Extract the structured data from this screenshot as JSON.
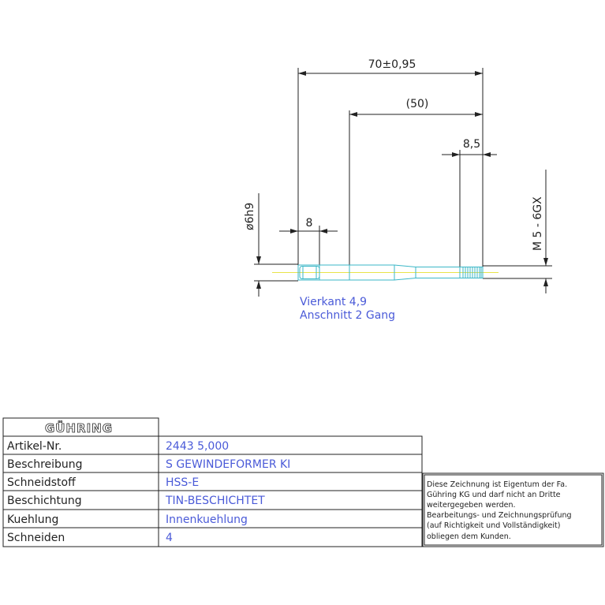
{
  "dimensions": {
    "overall_length": "70±0,95",
    "partial_length": "(50)",
    "thread_length": "8,5",
    "square_length": "8",
    "shank_diameter": "ø6h9",
    "thread_size": "M 5 - 6GX"
  },
  "notes": {
    "line1": "Vierkant 4,9",
    "line2": "Anschnitt 2 Gang"
  },
  "title_block": {
    "logo": "GÜHRING",
    "rows": [
      {
        "label": "Artikel-Nr.",
        "value": "2443 5,000"
      },
      {
        "label": "Beschreibung",
        "value": "S GEWINDEFORMER KI"
      },
      {
        "label": "Schneidstoff",
        "value": "HSS-E"
      },
      {
        "label": "Beschichtung",
        "value": "TIN-BESCHICHTET"
      },
      {
        "label": "Kuehlung",
        "value": "Innenkuehlung"
      },
      {
        "label": "Schneiden",
        "value": "4"
      }
    ]
  },
  "disclaimer": {
    "lines": [
      "Diese Zeichnung ist Eigentum der Fa.",
      "Gühring KG und darf nicht an Dritte",
      "weitergegeben werden.",
      "Bearbeitungs- und Zeichnungsprüfung",
      "(auf Richtigkeit und Vollständigkeit)",
      "obliegen dem Kunden."
    ]
  },
  "colors": {
    "line": "#222222",
    "annotation": "#4a5ad8",
    "tool_outline": "#3bb7c7",
    "center_line": "#e8e34a"
  }
}
